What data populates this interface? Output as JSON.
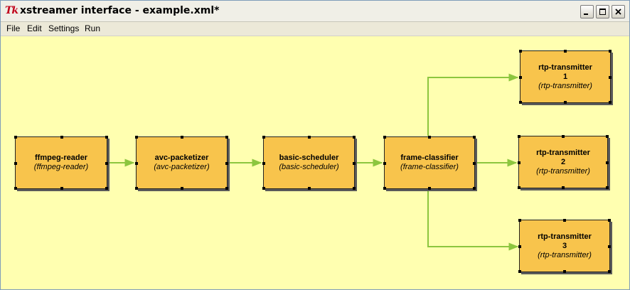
{
  "window": {
    "logo": "Tk",
    "title": "xstreamer interface - example.xml*"
  },
  "menu": [
    "File",
    "Edit",
    "Settings",
    "Run"
  ],
  "colors": {
    "canvas": "#ffffb0",
    "node_fill": "#f8c44c",
    "link": "#8cc63f"
  },
  "nodes": [
    {
      "name": "ffmpeg-reader",
      "type": "(ffmpeg-reader)"
    },
    {
      "name": "avc-packetizer",
      "type": "(avc-packetizer)"
    },
    {
      "name": "basic-scheduler",
      "type": "(basic-scheduler)"
    },
    {
      "name": "frame-classifier",
      "type": "(frame-classifier)"
    },
    {
      "name_line1": "rtp-transmitter",
      "name_line2": "1",
      "type": "(rtp-transmitter)"
    },
    {
      "name_line1": "rtp-transmitter",
      "name_line2": "2",
      "type": "(rtp-transmitter)"
    },
    {
      "name_line1": "rtp-transmitter",
      "name_line2": "3",
      "type": "(rtp-transmitter)"
    }
  ],
  "links": [
    [
      "ffmpeg-reader",
      "avc-packetizer"
    ],
    [
      "avc-packetizer",
      "basic-scheduler"
    ],
    [
      "basic-scheduler",
      "frame-classifier"
    ],
    [
      "frame-classifier",
      "rtp-transmitter 1"
    ],
    [
      "frame-classifier",
      "rtp-transmitter 2"
    ],
    [
      "frame-classifier",
      "rtp-transmitter 3"
    ]
  ]
}
